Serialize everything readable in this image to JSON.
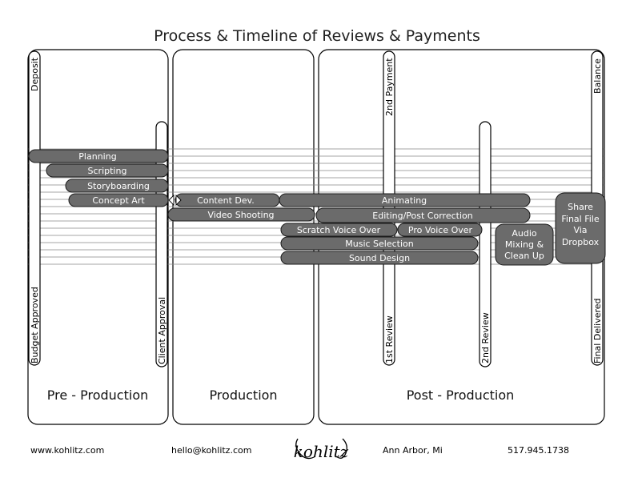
{
  "title": "Process & Timeline of Reviews & Payments",
  "phases": {
    "pre": "Pre - Production",
    "production": "Production",
    "post": "Post - Production"
  },
  "milestones": {
    "deposit": "Deposit",
    "budget_approved": "Budget Approved",
    "client_approval": "Client Approval",
    "second_payment": "2nd Payment",
    "first_review": "1st Review",
    "second_review": "2nd Review",
    "balance": "Balance",
    "final_delivered": "Final Delivered"
  },
  "tasks": {
    "planning": "Planning",
    "scripting": "Scripting",
    "storyboarding": "Storyboarding",
    "concept_art": "Concept Art",
    "content_dev": "Content Dev.",
    "video_shooting": "Video Shooting",
    "animating": "Animating",
    "editing": "Editing/Post Correction",
    "scratch_vo": "Scratch Voice Over",
    "pro_vo": "Pro Voice Over",
    "music": "Music Selection",
    "sound": "Sound Design",
    "audio_mix_1": "Audio",
    "audio_mix_2": "Mixing &",
    "audio_mix_3": "Clean Up",
    "share_1": "Share",
    "share_2": "Final File",
    "share_3": "Via",
    "share_4": "Dropbox"
  },
  "footer": {
    "website": "www.kohlitz.com",
    "email": "hello@kohlitz.com",
    "logo": "kohlitz",
    "location": "Ann Arbor, Mi",
    "phone": "517.945.1738"
  },
  "colors": {
    "bar_fill": "#6b6b6b",
    "bar_stroke": "#1a1a1a",
    "bar_text": "#ffffff",
    "outline": "#000000"
  }
}
